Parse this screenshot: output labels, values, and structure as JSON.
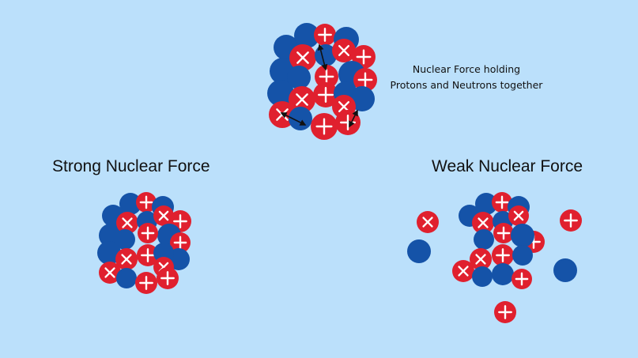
{
  "labels": {
    "caption_line1": "Nuclear Force holding",
    "caption_line2": "Protons and Neutrons together",
    "strong_title": "Strong Nuclear Force",
    "weak_title": "Weak Nuclear Force"
  },
  "colors": {
    "background": "#bbe0fb",
    "proton": "#e0202e",
    "neutron": "#1553a8",
    "sign": "#ffffff",
    "arrow": "#111111"
  },
  "legend_icons": {
    "proton": "plus-sign",
    "neutron": "plain-circle",
    "force": "double-arrow"
  }
}
